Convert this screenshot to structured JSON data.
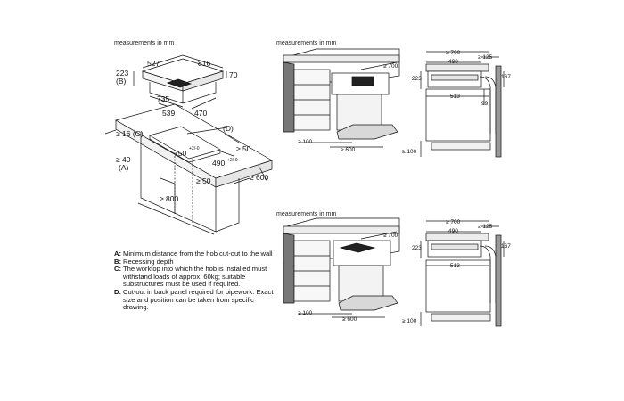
{
  "captions": {
    "top_left": "measurements in mm",
    "top_right": "measurements in mm",
    "bottom_right": "measurements in mm"
  },
  "hob": {
    "width": "816",
    "depth": "527",
    "height": "70",
    "recess": "223",
    "recess_label": "(B)",
    "cut_width": "735",
    "cut_inner": "539",
    "cut_depth": "470"
  },
  "worktop": {
    "thickness": "≥ 16 (C)",
    "min_wall": "≥ 40",
    "min_wall_label": "(A)",
    "cutout_w": "750",
    "cutout_w_tol": "+2/-0",
    "cutout_d": "490",
    "cutout_d_tol": "+2/-0",
    "back_50": "≥ 50",
    "front_50": "≥ 50",
    "depth_600": "≥ 600",
    "cabinet_800": "≥ 800",
    "pipe_label": "(D)"
  },
  "front_view": {
    "top_700": "≥ 700",
    "b100": "≥ 100",
    "b600": "≥ 600"
  },
  "side_view": {
    "w700": "≥ 700",
    "w490": "490",
    "w125": "≥ 125",
    "h223": "223",
    "h167": "167",
    "w513": "513",
    "h99": "99",
    "b100": "≥ 100"
  },
  "legend": [
    {
      "key": "A:",
      "text": "Minimum distance from the hob cut-out to the wall"
    },
    {
      "key": "B:",
      "text": "Recessing depth"
    },
    {
      "key": "C:",
      "text": "The worktop into which the hob is installed must withstand loads of approx. 60kg; suitable substructures must be used if required."
    },
    {
      "key": "D:",
      "text": "Cut-out in back panel required for pipework. Exact size and position can be taken from specific drawing."
    }
  ]
}
